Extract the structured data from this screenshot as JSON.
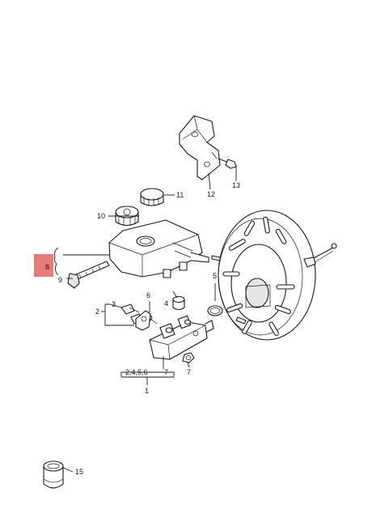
{
  "callouts": {
    "c1": "1",
    "c2": "2",
    "c3": "3",
    "c4": "4",
    "c5": "5",
    "c6": "6",
    "c7a": "7",
    "c7b": "7",
    "c8": "8",
    "c9": "9",
    "c10": "10",
    "c11": "11",
    "c12": "12",
    "c13": "13",
    "c15": "15",
    "group": "2,4,5,6"
  },
  "colors": {
    "highlight": "#e87a7a",
    "line": "#1a1a1a"
  }
}
